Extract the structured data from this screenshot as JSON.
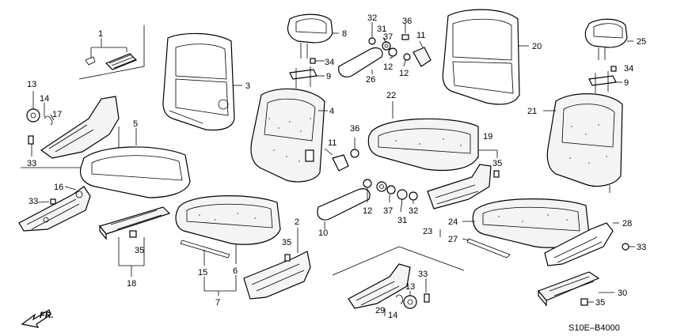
{
  "diagram_code": "S10E–B4000",
  "direction_label": "FR.",
  "callouts": {
    "c1": "1",
    "c2": "2",
    "c3": "3",
    "c4": "4",
    "c5": "5",
    "c6": "6",
    "c7": "7",
    "c8": "8",
    "c9a": "9",
    "c9b": "9",
    "c10": "10",
    "c11a": "11",
    "c11b": "11",
    "c12a": "12",
    "c12b": "12",
    "c12c": "12",
    "c13a": "13",
    "c13b": "13",
    "c14a": "14",
    "c14b": "14",
    "c15": "15",
    "c16": "16",
    "c17": "17",
    "c18": "18",
    "c19": "19",
    "c20": "20",
    "c21": "21",
    "c22": "22",
    "c23": "23",
    "c24": "24",
    "c25": "25",
    "c26": "26",
    "c27": "27",
    "c28": "28",
    "c29": "29",
    "c30": "30",
    "c31a": "31",
    "c31b": "31",
    "c32a": "32",
    "c32b": "32",
    "c33a": "33",
    "c33b": "33",
    "c33c": "33",
    "c33d": "33",
    "c34a": "34",
    "c34b": "34",
    "c35a": "35",
    "c35b": "35",
    "c35c": "35",
    "c35d": "35",
    "c36a": "36",
    "c36b": "36",
    "c37a": "37",
    "c37b": "37"
  }
}
